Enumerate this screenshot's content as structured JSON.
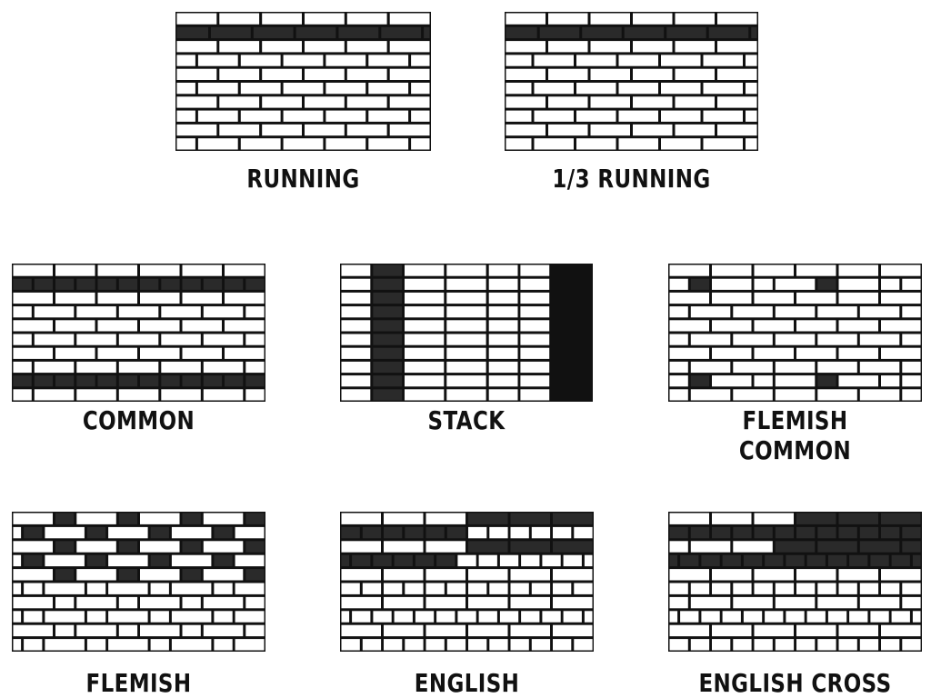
{
  "patterns": [
    {
      "id": "running",
      "label": "RUNNING",
      "courses": 10,
      "bond": "running",
      "offset": 0.5,
      "header_courses": [
        1
      ]
    },
    {
      "id": "running3",
      "label": "1/3 RUNNING",
      "courses": 10,
      "bond": "running",
      "offset": 0.3333,
      "header_courses": [
        1
      ]
    },
    {
      "id": "common",
      "label": "COMMON",
      "courses": 10,
      "bond": "common",
      "offset": 0.5,
      "header_courses": [
        1,
        8
      ]
    },
    {
      "id": "stack",
      "label": "STACK",
      "courses": 10,
      "bond": "stack",
      "offset": 0,
      "header_courses": []
    },
    {
      "id": "flemishcommon",
      "label": "FLEMISH COMMON",
      "courses": 10,
      "bond": "flemish-common",
      "offset": 0.5,
      "header_courses": [
        1,
        8
      ]
    },
    {
      "id": "flemish",
      "label": "FLEMISH",
      "courses": 10,
      "bond": "flemish",
      "offset": 0.5,
      "header_courses": [
        0,
        2,
        4
      ]
    },
    {
      "id": "english",
      "label": "ENGLISH",
      "courses": 10,
      "bond": "english",
      "offset": 0,
      "header_courses": [
        1,
        3
      ]
    },
    {
      "id": "englishcross",
      "label": "ENGLISH CROSS",
      "courses": 10,
      "bond": "english-cross",
      "offset": 0,
      "header_courses": [
        1,
        3
      ]
    }
  ],
  "colors": {
    "mortar": "#111111",
    "brick": "#ffffff",
    "dark_brick": "#2a2a2a"
  }
}
